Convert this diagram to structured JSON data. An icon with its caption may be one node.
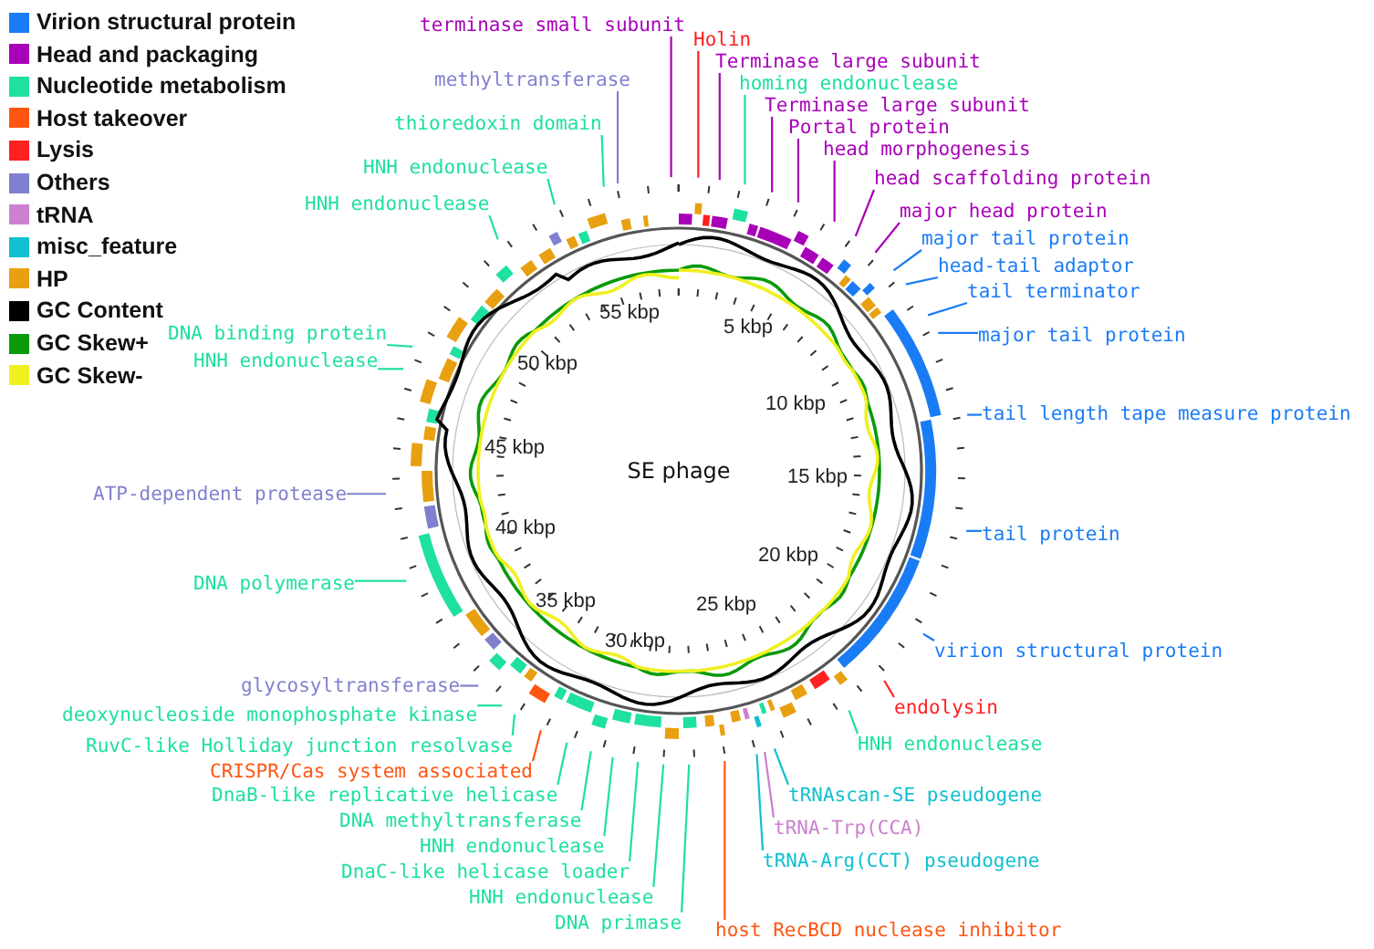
{
  "diagram": {
    "nodes": [
      {
        "text": [
          "thioredoxin domain"
        ]
      },
      {
        "text": [
          "terminase small subunit"
        ]
      },
      {
        "text": [
          "Holin"
        ]
      },
      {
        "text": [
          "Terminase large subunit"
        ]
      },
      {
        "text": [
          "homing endonuclease"
        ]
      },
      {
        "text": [
          "methyltransferase"
        ]
      },
      {
        "text": [
          "Terminase large subunit"
        ]
      },
      {
        "text": [
          "head morphogenesis"
        ]
      },
      {
        "text": [
          "HNH endonuclease"
        ]
      },
      {
        "text": [
          "major tail protein"
        ]
      },
      {
        "text": [
          "Portal protein"
        ]
      },
      {
        "text": [
          "head scaffolding protein"
        ]
      },
      {
        "text": [
          "HNH endonuclease"
        ]
      },
      {
        "text": [
          "major head protein"
        ]
      },
      {
        "text": [
          "head-tail adaptor"
        ]
      },
      {
        "text": [
          "tail terminator"
        ]
      },
      {
        "text": [
          "major tail protein"
        ]
      },
      {
        "text": [
          "DNA binding protein"
        ]
      },
      {
        "text": [
          "HNH endonuclease"
        ]
      },
      {
        "text": [
          "tail length tape measure protein"
        ]
      },
      {
        "text": [
          "ATP-dependent protease"
        ]
      },
      {
        "text": [
          "tail protein"
        ]
      },
      {
        "text": [
          "DNA polymerase"
        ]
      },
      {
        "text": [
          "virion structural protein"
        ]
      },
      {
        "text": [
          "glycosyltransferase"
        ]
      },
      {
        "text": [
          "endolysin"
        ]
      },
      {
        "text": [
          "deoxynucleoside monophosphate kinase"
        ]
      },
      {
        "text": [
          "HNH endonuclease"
        ]
      },
      {
        "text": [
          "CRISPR/Cas system associated"
        ]
      },
      {
        "text": [
          "tRNAscan-SE pseudogene"
        ]
      },
      {
        "text": [
          "DnaB-like replicative helicase"
        ]
      },
      {
        "text": [
          "DNA primase"
        ]
      },
      {
        "text": [
          "tRNA-Arg(CCT) pseudogene"
        ]
      },
      {
        "text": [
          "DNA methyltransferase"
        ]
      },
      {
        "text": [
          "HNH endonuclease"
        ]
      },
      {
        "text": [
          "DnaC-like helicase loader"
        ]
      },
      {
        "text": [
          "tRNA-Trp(CCA)"
        ]
      },
      {
        "text": [
          "RuvC-like Holliday junction resolvase"
        ]
      },
      {
        "text": [
          "HNH endonuclease"
        ]
      },
      {
        "text": [
          "host RecBCD nuclease inhibitor"
        ]
      }
    ],
    "edges": [
      {
        "from": 0,
        "to": null,
        "arrow": "none"
      },
      {
        "from": 1,
        "to": null,
        "arrow": "none",
        "color": "#a800b8"
      },
      {
        "from": 2,
        "to": null,
        "arrow": "none",
        "color": "#ff2020"
      },
      {
        "from": 3,
        "to": null,
        "arrow": "none",
        "color": "#a800b8"
      },
      {
        "from": 4,
        "to": null,
        "arrow": "none"
      },
      {
        "from": 5,
        "to": null,
        "arrow": "none",
        "color": "#8080d0"
      },
      {
        "from": 6,
        "to": null,
        "arrow": "none",
        "color": "#a800b8"
      },
      {
        "from": 7,
        "to": null,
        "arrow": "none",
        "color": "#a800b8"
      },
      {
        "from": 8,
        "to": null,
        "arrow": "none"
      },
      {
        "from": 9,
        "to": null,
        "arrow": "none",
        "color": "#1a7cf5"
      },
      {
        "from": 10,
        "to": null,
        "arrow": "none",
        "color": "#a800b8"
      },
      {
        "from": 11,
        "to": null,
        "arrow": "none",
        "color": "#a800b8"
      },
      {
        "from": 12,
        "to": null,
        "arrow": "none"
      },
      {
        "from": 13,
        "to": null,
        "arrow": "none",
        "color": "#a800b8"
      },
      {
        "from": 14,
        "to": null,
        "arrow": "none",
        "color": "#1a7cf5"
      },
      {
        "from": 15,
        "to": null,
        "arrow": "none",
        "color": "#1a7cf5"
      },
      {
        "from": 16,
        "to": null,
        "arrow": "none",
        "color": "#1a7cf5"
      },
      {
        "from": 17,
        "to": null,
        "arrow": "none"
      },
      {
        "from": 18,
        "to": null,
        "arrow": "none"
      },
      {
        "from": 19,
        "to": null,
        "arrow": "none",
        "color": "#1a7cf5"
      },
      {
        "from": 20,
        "to": null,
        "arrow": "none",
        "color": "#8080d0"
      },
      {
        "from": 21,
        "to": null,
        "arrow": "none",
        "color": "#1a7cf5"
      },
      {
        "from": 22,
        "to": null,
        "arrow": "none"
      },
      {
        "from": 23,
        "to": null,
        "arrow": "none",
        "color": "#1a7cf5"
      },
      {
        "from": 24,
        "to": null,
        "arrow": "none",
        "color": "#8080d0"
      },
      {
        "from": 25,
        "to": null,
        "arrow": "none",
        "color": "#ff2020"
      },
      {
        "from": 26,
        "to": null,
        "arrow": "none"
      },
      {
        "from": 27,
        "to": null,
        "arrow": "none"
      },
      {
        "from": 28,
        "to": null,
        "arrow": "none",
        "color": "#ff5511"
      },
      {
        "from": 29,
        "to": null,
        "arrow": "none",
        "color": "#10c0d0"
      },
      {
        "from": 30,
        "to": null,
        "arrow": "none"
      },
      {
        "from": 31,
        "to": null,
        "arrow": "none"
      },
      {
        "from": 32,
        "to": null,
        "arrow": "none",
        "color": "#10c0d0"
      },
      {
        "from": 33,
        "to": null,
        "arrow": "none"
      },
      {
        "from": 34,
        "to": null,
        "arrow": "none"
      },
      {
        "from": 35,
        "to": null,
        "arrow": "none"
      },
      {
        "from": 36,
        "to": null,
        "arrow": "none",
        "color": "#cc80d0"
      },
      {
        "from": 37,
        "to": null,
        "arrow": "none"
      },
      {
        "from": 38,
        "to": null,
        "arrow": "none"
      },
      {
        "from": 39,
        "to": null,
        "arrow": "none",
        "color": "#ff5511"
      }
    ],
    "labels": [
      "55 kbp",
      "5 kbp",
      "50 kbp",
      "10 kbp",
      "45 kbp",
      "SE phage",
      "15 kbp",
      "40 kbp",
      "20 kbp",
      "35 kbp",
      "25 kbp",
      "30 kbp"
    ],
    "legend": [
      {
        "text": "Virion structural protein",
        "color": "#1a7cf5"
      },
      {
        "text": "Head and packaging",
        "color": "#a800b8"
      },
      {
        "text": "Nucleotide metabolism",
        "color": "#1ee0a0"
      },
      {
        "text": "Host takeover",
        "color": "#ff5511"
      },
      {
        "text": "Lysis",
        "color": "#ff2020"
      },
      {
        "text": "Others",
        "color": "#8080d0"
      },
      {
        "text": "tRNA",
        "color": "#cc80d0"
      },
      {
        "text": "misc_feature",
        "color": "#10c0d0"
      },
      {
        "text": "HP",
        "color": "#e8a010"
      },
      {
        "text": "GC Content",
        "color": "#000000"
      },
      {
        "text": "GC Skew+",
        "color": "#0a9a0a"
      },
      {
        "text": "GC Skew-",
        "color": "#f0f020"
      }
    ]
  }
}
